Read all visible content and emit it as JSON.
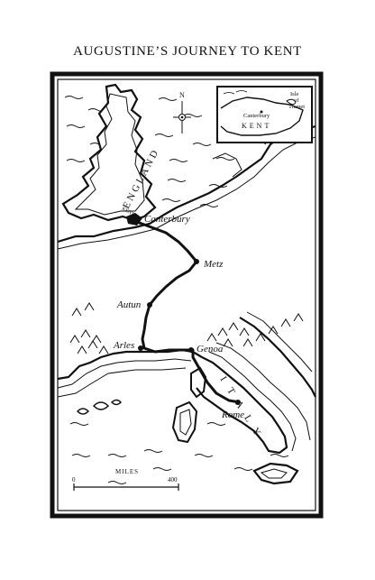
{
  "title": "AUGUSTINE’S JOURNEY TO KENT",
  "compass": {
    "north_label": "N"
  },
  "regions": {
    "england": "ENGLAND",
    "italy": "ITALY",
    "kent": "KENT"
  },
  "cities": {
    "canterbury": "Canterbury",
    "metz": "Metz",
    "autun": "Autun",
    "arles": "Arles",
    "genoa": "Genoa",
    "rome": "Rome"
  },
  "inset": {
    "kent": "KENT",
    "canterbury": "Canterbury",
    "isle_line1": "Isle",
    "isle_line2": "of",
    "isle_line3": "Thanet"
  },
  "scale": {
    "label": "MILES",
    "min": "0",
    "max": "400"
  },
  "colors": {
    "ink": "#111111",
    "paper": "#ffffff"
  }
}
